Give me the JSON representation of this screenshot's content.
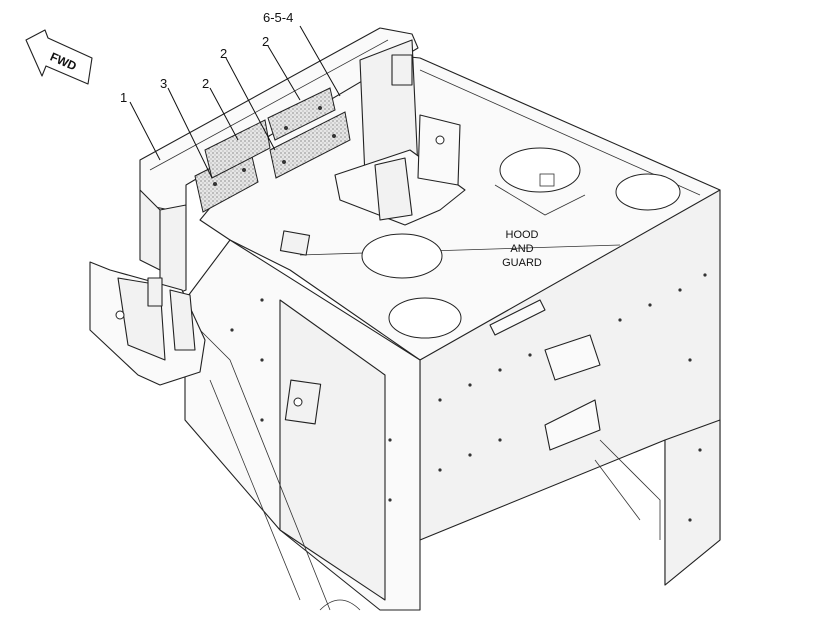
{
  "fwd_label": "FWD",
  "callouts": {
    "part_1": "1",
    "part_3": "3",
    "part_2_left": "2",
    "part_2_mid": "2",
    "part_2_right": "2",
    "part_6_5_4": "6-5-4"
  },
  "region_label": {
    "line1": "HOOD",
    "line2": "AND",
    "line3": "GUARD"
  },
  "colors": {
    "line": "#222222",
    "background": "#ffffff",
    "insulation": "#d9d9d9"
  }
}
